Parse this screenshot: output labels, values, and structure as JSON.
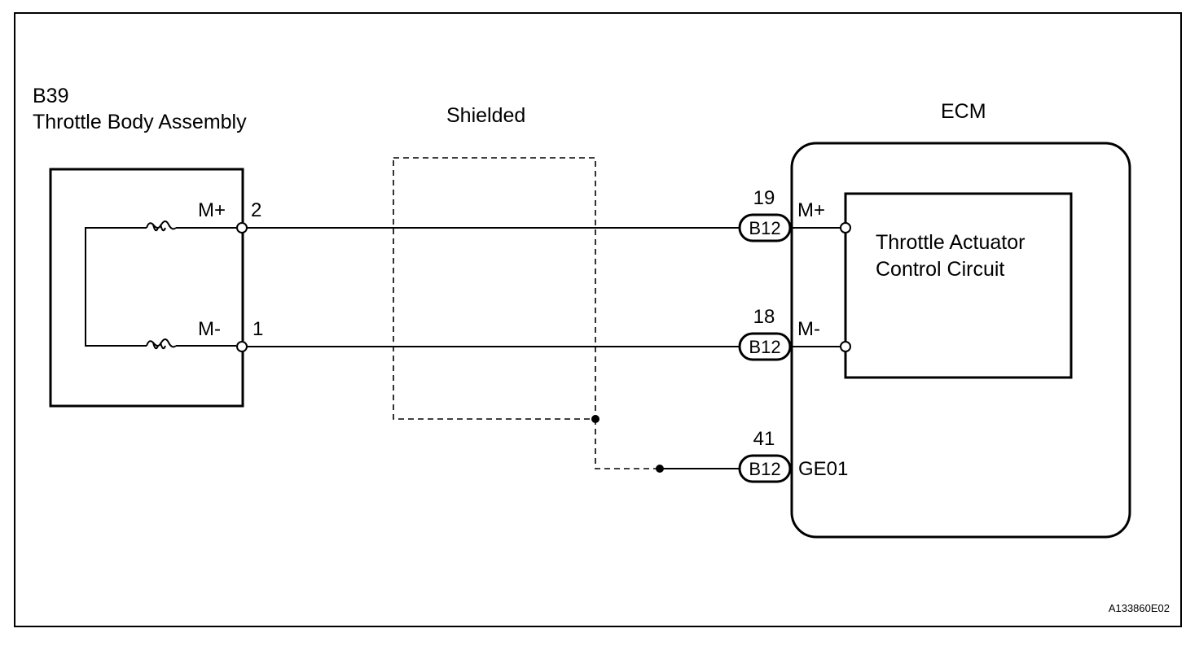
{
  "component": {
    "code": "B39",
    "name": "Throttle Body Assembly",
    "pins": [
      {
        "signal": "M+",
        "number": "2"
      },
      {
        "signal": "M-",
        "number": "1"
      }
    ]
  },
  "shield": {
    "label": "Shielded"
  },
  "ecm": {
    "title": "ECM",
    "circuit_line1": "Throttle Actuator",
    "circuit_line2": "Control Circuit",
    "terminals": [
      {
        "pin": "19",
        "connector": "B12",
        "signal": "M+"
      },
      {
        "pin": "18",
        "connector": "B12",
        "signal": "M-"
      },
      {
        "pin": "41",
        "connector": "B12",
        "signal": "GE01"
      }
    ]
  },
  "figure_id": "A133860E02"
}
